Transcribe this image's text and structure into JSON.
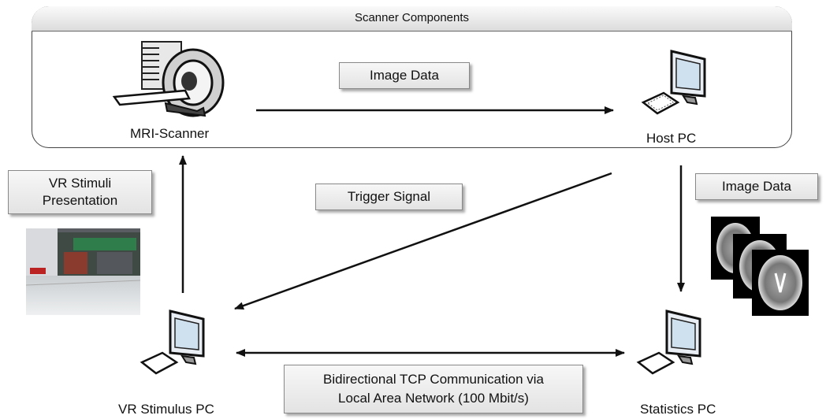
{
  "scanner_group": {
    "title": "Scanner Components"
  },
  "nodes": {
    "mri": "MRI-Scanner",
    "host": "Host PC",
    "vr_pc": "VR Stimulus PC",
    "stats_pc": "Statistics PC"
  },
  "labels": {
    "image_data_top": "Image Data",
    "image_data_right": "Image Data",
    "trigger": "Trigger Signal",
    "vr_stimuli": [
      "VR Stimuli",
      "Presentation"
    ],
    "tcp": [
      "Bidirectional TCP Communication via",
      "Local Area Network (100 Mbit/s)"
    ]
  },
  "icons": [
    "mri-scanner-icon",
    "computer-icon",
    "vr-scene-image",
    "brain-scan-icon"
  ]
}
